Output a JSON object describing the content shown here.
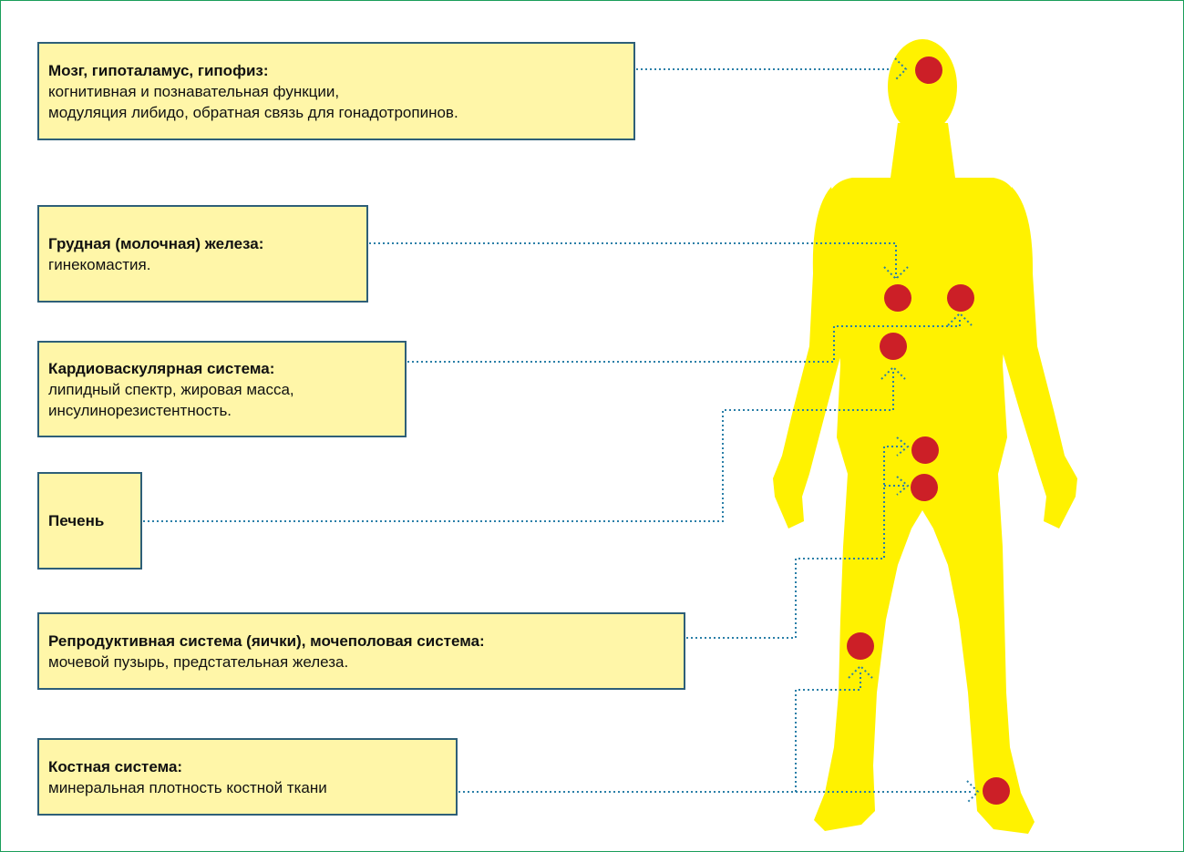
{
  "colors": {
    "frame": "#1a9e5a",
    "box_fill": "#fff6a8",
    "box_border": "#2e5f78",
    "body_silhouette": "#fff200",
    "marker": "#cc1f27",
    "connector": "#2a7fa8"
  },
  "labels": {
    "brain": {
      "title": "Мозг, гипоталамус, гипофиз:",
      "desc": [
        "когнитивная и познавательная функции,",
        "модуляция либидо, обратная связь для гонадотропинов."
      ]
    },
    "breast": {
      "title": "Грудная (молочная) железа:",
      "desc": [
        "гинекомастия."
      ]
    },
    "cardio": {
      "title": "Кардиоваскулярная система:",
      "desc": [
        "липидный спектр, жировая масса,",
        "инсулинорезистентность."
      ]
    },
    "liver": {
      "title": "Печень",
      "desc": []
    },
    "repro": {
      "title": "Репродуктивная система (яички), мочеполовая система:",
      "desc": [
        "мочевой пузырь, предстательная железа."
      ]
    },
    "bone": {
      "title": "Костная система:",
      "desc": [
        "минеральная плотность костной ткани"
      ]
    }
  },
  "icons": {
    "body": "human-silhouette-icon",
    "marker": "red-dot-marker-icon",
    "arrow": "dotted-arrow-icon"
  }
}
